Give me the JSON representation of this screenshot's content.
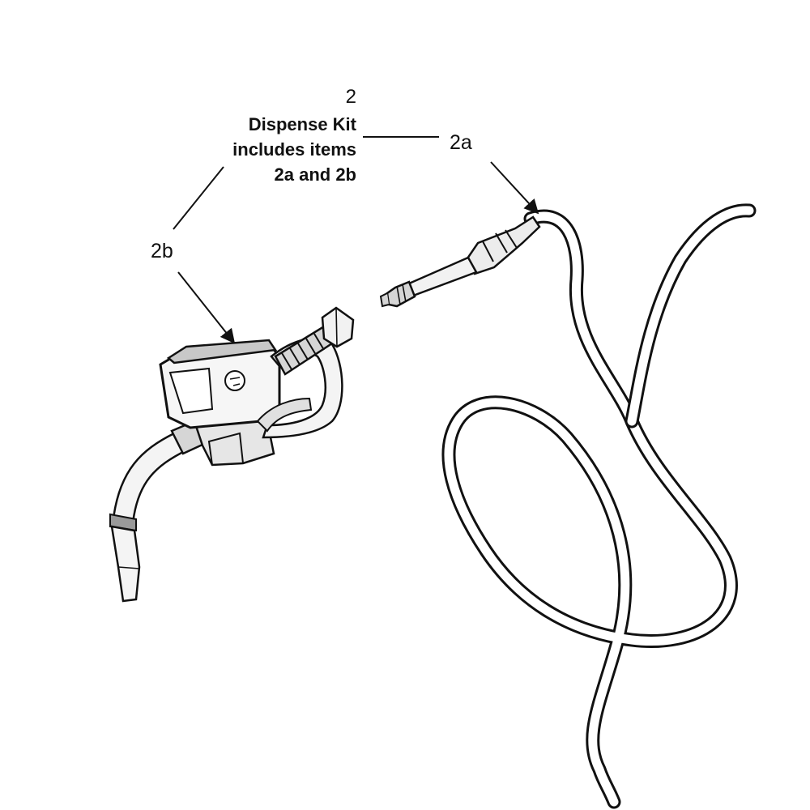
{
  "callout_main": {
    "number": "2",
    "title": "Dispense Kit",
    "line2": "includes items",
    "line3": "2a and 2b"
  },
  "labels": {
    "hose": "2a",
    "meter": "2b"
  },
  "colors": {
    "ink": "#111111",
    "fill_light": "#ececec",
    "fill_mid": "#d6d6d6",
    "fill_dark": "#9a9a9a",
    "background": "#ffffff"
  }
}
